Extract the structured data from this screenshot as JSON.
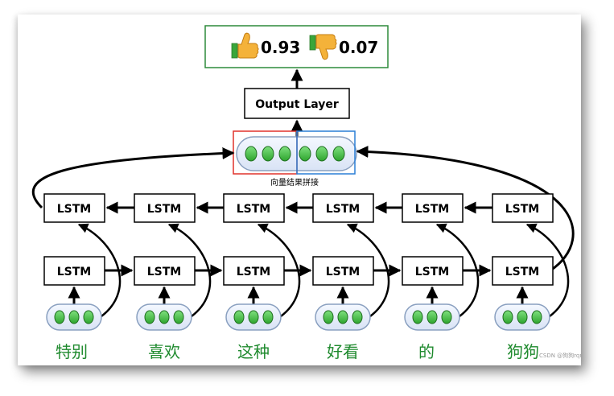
{
  "output": {
    "positive_score": "0.93",
    "negative_score": "0.07",
    "positive_icon": "thumbs-up-icon",
    "negative_icon": "thumbs-down-icon"
  },
  "output_layer_label": "Output Layer",
  "concat_label": "向量结果拼接",
  "lstm_label": "LSTM",
  "words": [
    "特别",
    "喜欢",
    "这种",
    "好看",
    "的",
    "狗狗"
  ],
  "watermark": "CSDN @狗狗rqr",
  "colors": {
    "word_green": "#1f8a2e",
    "node_green": "#3dbb3d",
    "forward_box": "#e0322b",
    "backward_box": "#2a7fd6",
    "output_border": "#2d8a3a"
  }
}
